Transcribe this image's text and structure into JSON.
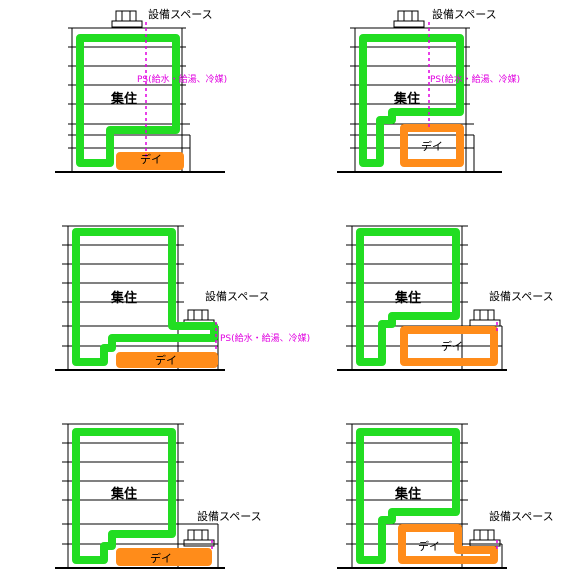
{
  "colors": {
    "residential": "#22dd22",
    "day_service": "#ff8c1a",
    "ps_line": "#e000e0",
    "structure": "#000000"
  },
  "labels": {
    "residential": "集住",
    "day_service": "デイ",
    "equipment_space": "設備スペース",
    "pipe_shaft": "PS(給水・給湯、冷媒)"
  },
  "panels": [
    {
      "id": "top-left",
      "residential": "集住",
      "day_service": "デイ",
      "equipment_space": "設備スペース",
      "pipe_shaft": "PS(給水・給湯、冷媒)"
    },
    {
      "id": "top-right",
      "residential": "集住",
      "day_service": "デイ",
      "equipment_space": "設備スペース",
      "pipe_shaft": "PS(給水・給湯、冷媒)"
    },
    {
      "id": "middle-left",
      "residential": "集住",
      "day_service": "デイ",
      "equipment_space": "設備スペース",
      "pipe_shaft": "PS(給水・給湯、冷媒)"
    },
    {
      "id": "middle-right",
      "residential": "集住",
      "day_service": "デイ",
      "equipment_space": "設備スペース"
    },
    {
      "id": "bottom-left",
      "residential": "集住",
      "day_service": "デイ",
      "equipment_space": "設備スペース"
    },
    {
      "id": "bottom-right",
      "residential": "集住",
      "day_service": "デイ",
      "equipment_space": "設備スペース"
    }
  ]
}
